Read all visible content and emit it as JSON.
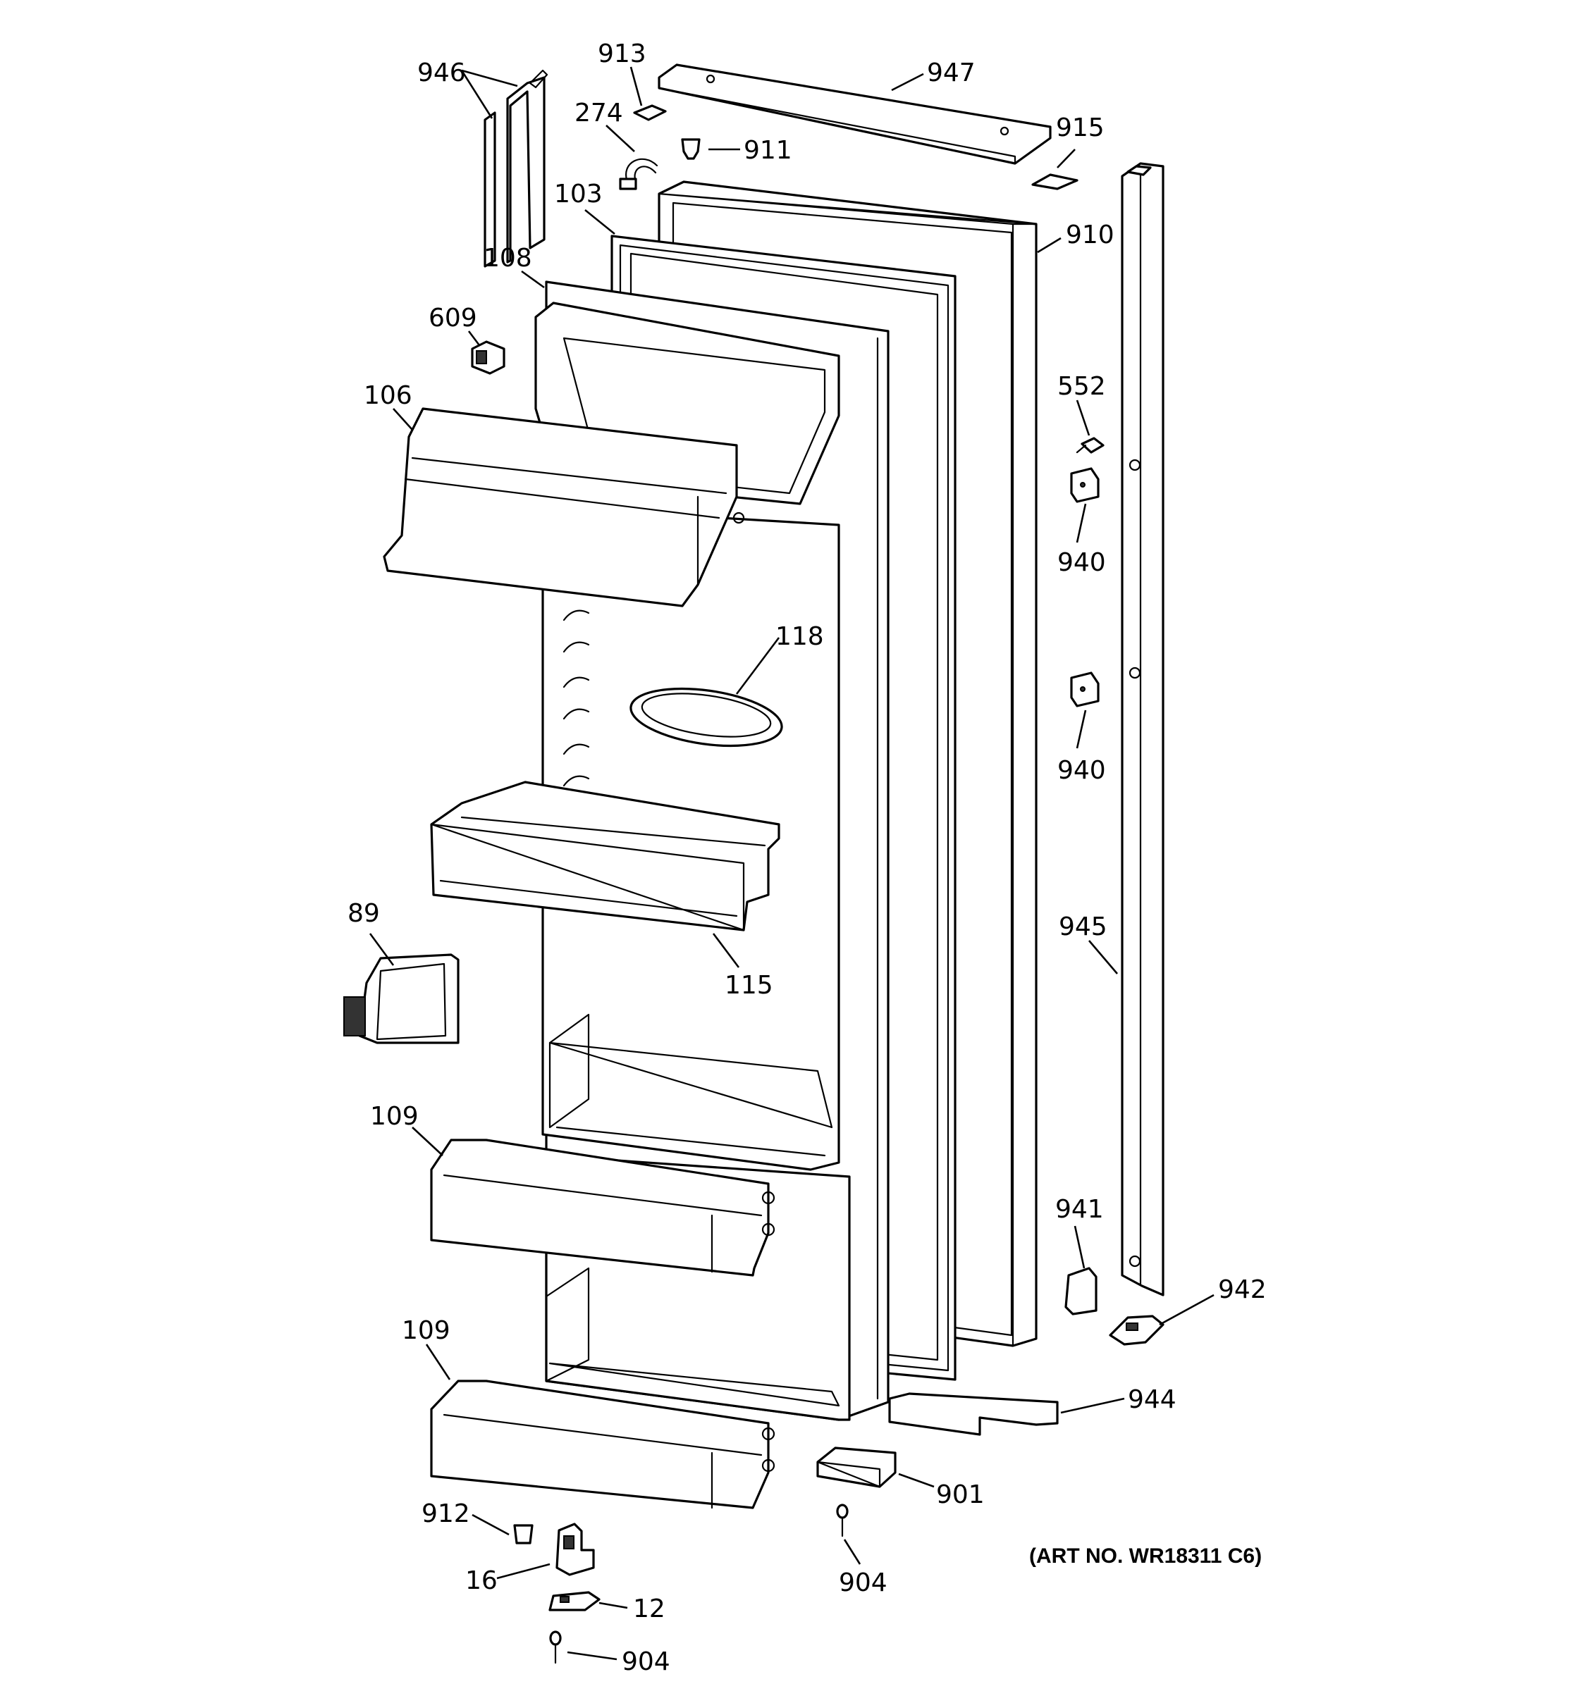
{
  "callouts": {
    "c946": "946",
    "c913": "913",
    "c947": "947",
    "c274": "274",
    "c911": "911",
    "c915": "915",
    "c103": "103",
    "c910": "910",
    "c108": "108",
    "c609": "609",
    "c552": "552",
    "c106": "106",
    "c940a": "940",
    "c118": "118",
    "c940b": "940",
    "c89": "89",
    "c945": "945",
    "c115": "115",
    "c109a": "109",
    "c941": "941",
    "c942": "942",
    "c109b": "109",
    "c944": "944",
    "c912": "912",
    "c901": "901",
    "c16": "16",
    "c904a": "904",
    "c12": "12",
    "c904b": "904"
  },
  "art_number": "(ART NO. WR18311 C6)"
}
